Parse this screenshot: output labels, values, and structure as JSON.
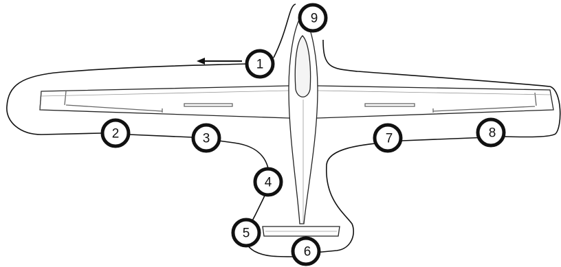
{
  "colors": {
    "line": "#111111",
    "background": "#ffffff"
  },
  "icons": {
    "direction": "arrow-left-icon"
  },
  "markers": [
    {
      "id": "m1",
      "label": "1"
    },
    {
      "id": "m2",
      "label": "2"
    },
    {
      "id": "m3",
      "label": "3"
    },
    {
      "id": "m4",
      "label": "4"
    },
    {
      "id": "m5",
      "label": "5"
    },
    {
      "id": "m6",
      "label": "6"
    },
    {
      "id": "m7",
      "label": "7"
    },
    {
      "id": "m8",
      "label": "8"
    },
    {
      "id": "m9",
      "label": "9"
    }
  ]
}
